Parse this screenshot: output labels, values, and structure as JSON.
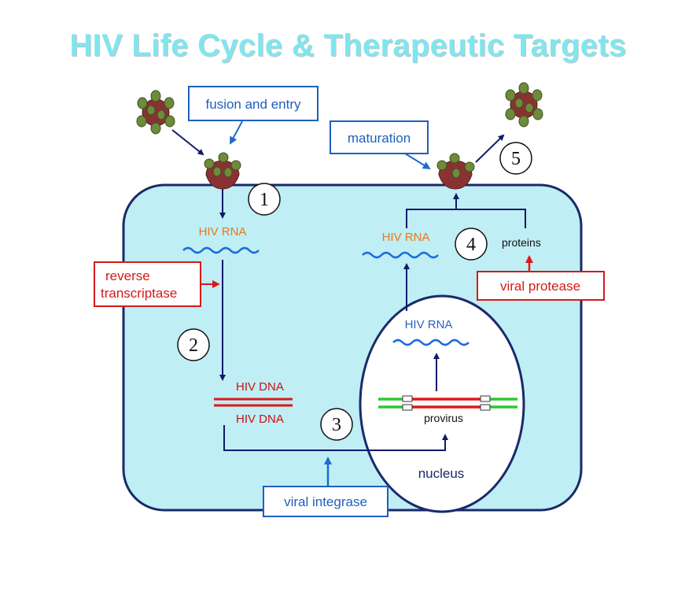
{
  "title": "HIV Life Cycle & Therapeutic Targets",
  "labels": {
    "fusion_entry": "fusion and entry",
    "maturation": "maturation",
    "reverse_transcriptase_line1": "reverse",
    "reverse_transcriptase_line2": "transcriptase",
    "viral_protease": "viral protease",
    "viral_integrase": "viral integrase",
    "hiv_rna_left": "HIV RNA",
    "hiv_rna_right": "HIV RNA",
    "hiv_rna_nucleus": "HIV RNA",
    "hiv_dna_top": "HIV DNA",
    "hiv_dna_bottom": "HIV DNA",
    "proteins": "proteins",
    "provirus": "provirus",
    "nucleus": "nucleus"
  },
  "steps": [
    "1",
    "2",
    "3",
    "4",
    "5"
  ],
  "colors": {
    "title": "#7fe6ee",
    "cell_fill": "#bfeef5",
    "cell_stroke": "#1a2a6a",
    "arrow_dark": "#111a6a",
    "blue_box": "#1f5fbf",
    "red_box": "#d41a1a",
    "virion_body": "#8a3232",
    "virion_knob": "#6e8a3a",
    "dna_red": "#e01818",
    "dna_green": "#2ec82e",
    "rna_wave": "#1e6ae0"
  }
}
